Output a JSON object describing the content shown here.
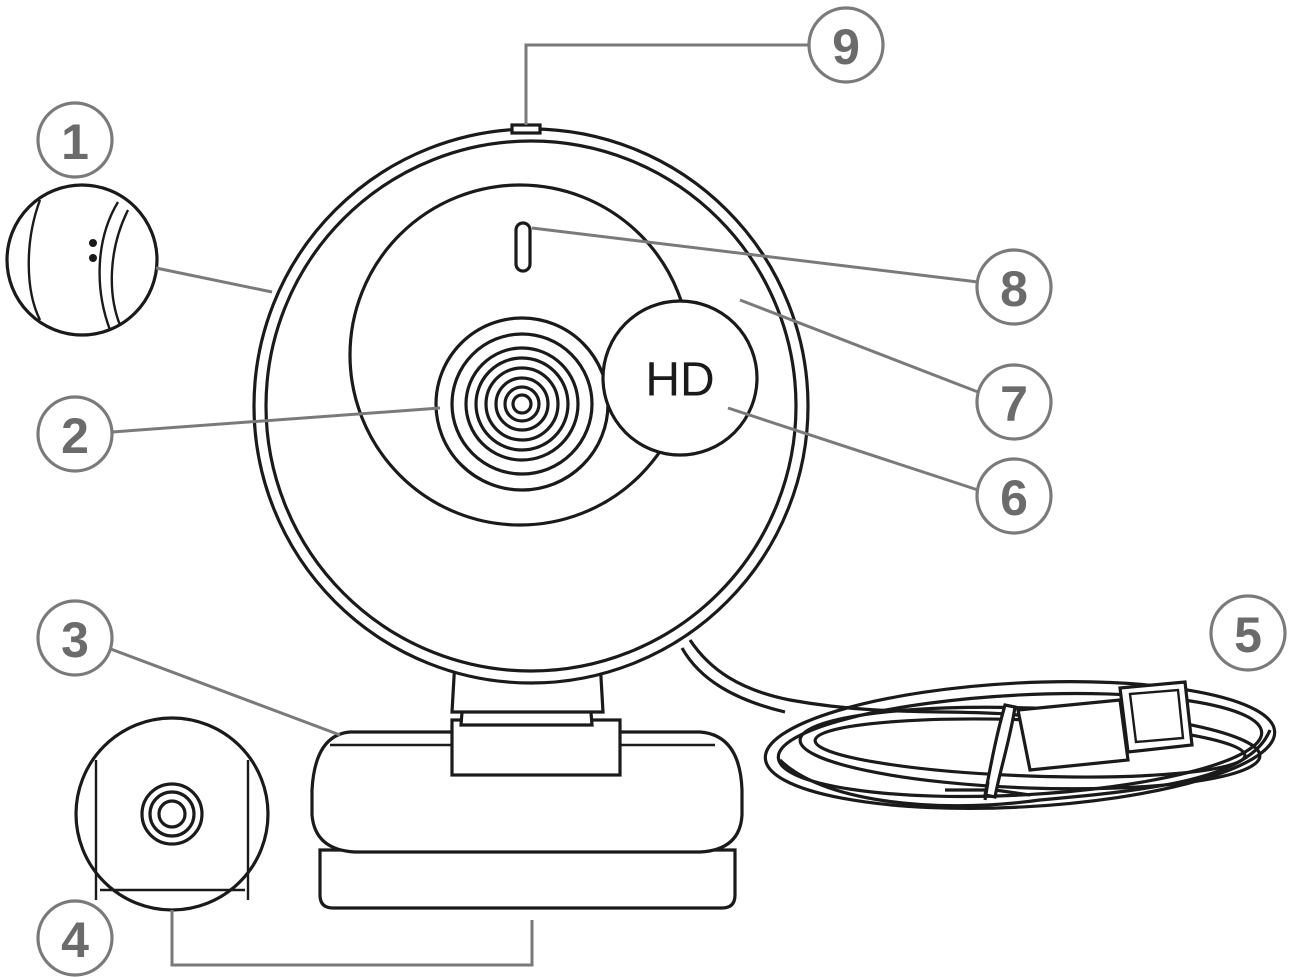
{
  "badge_text": "HD",
  "callouts": [
    {
      "id": "1",
      "label": "1"
    },
    {
      "id": "2",
      "label": "2"
    },
    {
      "id": "3",
      "label": "3"
    },
    {
      "id": "4",
      "label": "4"
    },
    {
      "id": "5",
      "label": "5"
    },
    {
      "id": "6",
      "label": "6"
    },
    {
      "id": "7",
      "label": "7"
    },
    {
      "id": "8",
      "label": "8"
    },
    {
      "id": "9",
      "label": "9"
    }
  ],
  "colors": {
    "line": "#1a1a1a",
    "callout": "#7a7a7a",
    "callout_text": "#6b6b6b",
    "background": "#ffffff"
  }
}
